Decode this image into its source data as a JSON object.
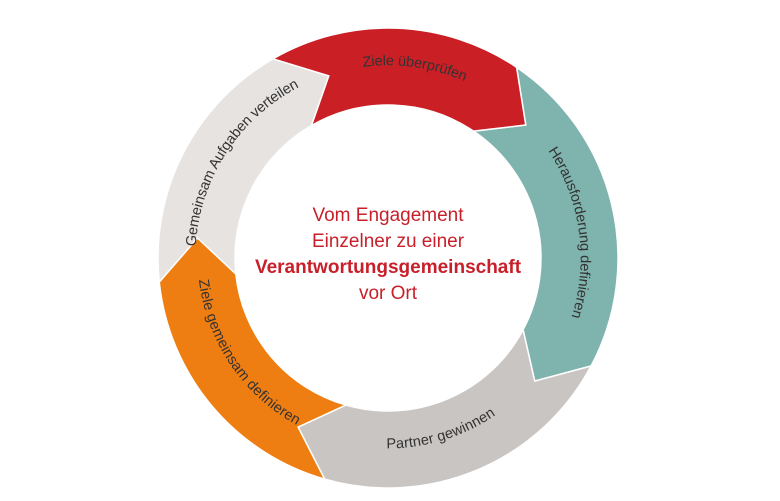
{
  "center": {
    "line1": "Vom Engagement",
    "line2": "Einzelner zu einer",
    "line3": "Verantwortungsgemeinschaft",
    "line4": "vor Ort"
  },
  "segments": [
    {
      "label": "Herausforderung definieren",
      "color": "#7fb3ad"
    },
    {
      "label": "Partner gewinnen",
      "color": "#c9c5c2"
    },
    {
      "label": "Ziele gemeinsam definieren",
      "color": "#ee7d12"
    },
    {
      "label": "Gemeinsam Aufgaben verteilen",
      "color": "#e6e3e1"
    },
    {
      "label": "Ziele überprüfen",
      "color": "#cb1f26"
    }
  ],
  "colors": {
    "center_text": "#c8202a"
  }
}
